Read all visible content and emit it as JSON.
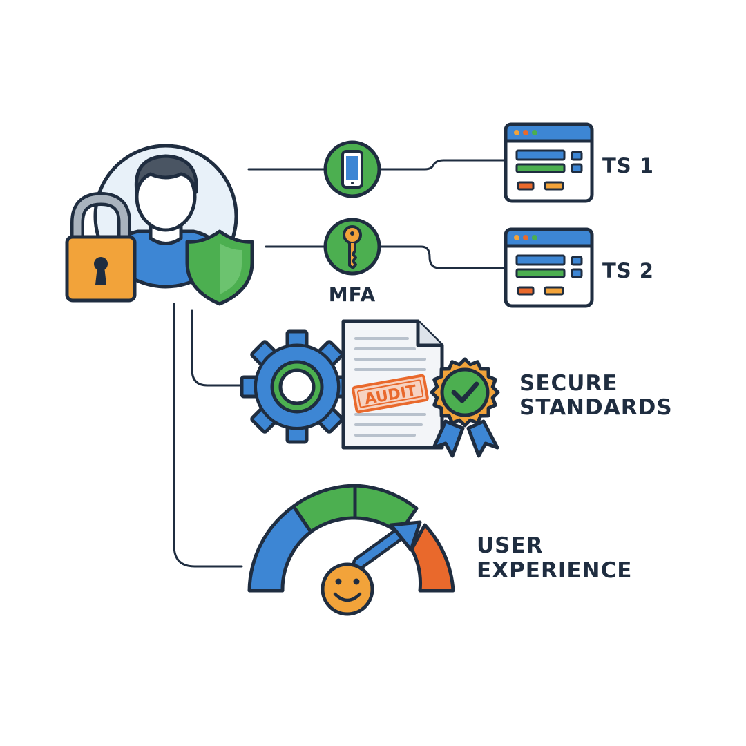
{
  "mfa": {
    "label": "MFA",
    "factors": [
      {
        "icon": "smartphone-icon",
        "color": "#4caf50"
      },
      {
        "icon": "key-icon",
        "color": "#4caf50"
      }
    ]
  },
  "test_systems": [
    {
      "label": "TS 1",
      "icon": "browser-window-icon"
    },
    {
      "label": "TS 2",
      "icon": "browser-window-icon"
    }
  ],
  "secure_standards": {
    "label_line1": "SECURE",
    "label_line2": "STANDARDS",
    "stamp_text": "AUDIT",
    "icons": [
      "gear-icon",
      "document-icon",
      "certified-badge-icon"
    ]
  },
  "user_experience": {
    "label_line1": "USER",
    "label_line2": "EXPERIENCE",
    "icons": [
      "gauge-icon",
      "smiley-icon",
      "up-arrow-icon"
    ]
  },
  "user": {
    "icons": [
      "user-avatar-icon",
      "padlock-icon",
      "shield-icon"
    ]
  },
  "colors": {
    "outline": "#1f2d40",
    "blue": "#3d86d4",
    "green": "#4caf50",
    "orange": "#f2a33a",
    "red": "#e9692c",
    "light_blue_bg": "#e8f1f9"
  }
}
